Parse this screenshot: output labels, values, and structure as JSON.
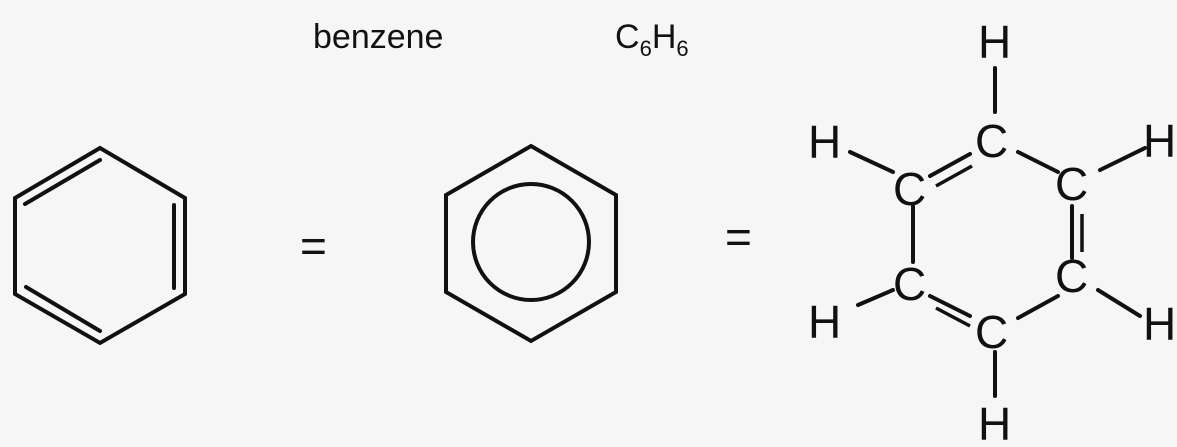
{
  "labels": {
    "name": "benzene",
    "formula_element_c": "C",
    "formula_sub_c": "6",
    "formula_element_h": "H",
    "formula_sub_h": "6",
    "equals_1": "=",
    "equals_2": "="
  },
  "atoms": {
    "carbon": "C",
    "hydrogen": "H"
  }
}
